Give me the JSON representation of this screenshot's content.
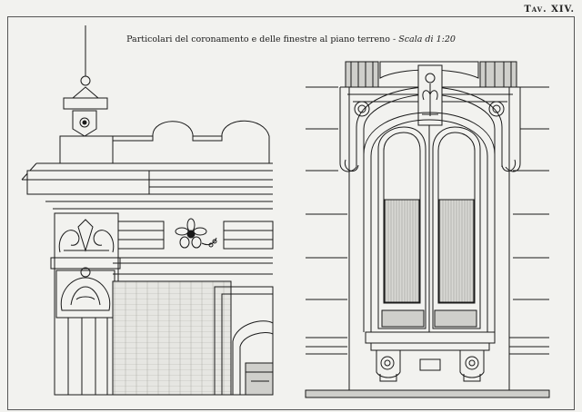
{
  "plate": {
    "label": "Tav. XIV."
  },
  "caption": {
    "main": "Particolari del coronamento e delle finestre al piano terreno",
    "separator": " - ",
    "scale": "Scala di 1:20"
  },
  "palette": {
    "ink": "#1a1a1a",
    "paper": "#f2f2ef",
    "shade": "#cfcfcb"
  }
}
